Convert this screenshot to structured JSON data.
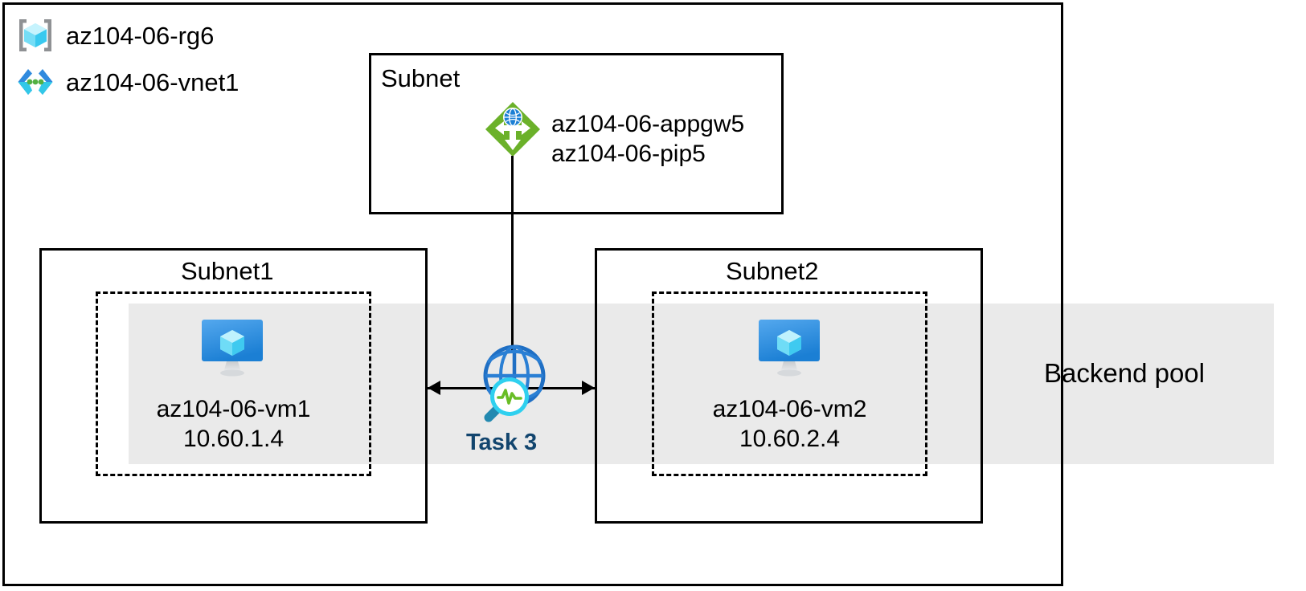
{
  "diagram": {
    "title": "Azure virtual network topology with Application Gateway and backend pool",
    "colors": {
      "border": "#000000",
      "backend_band": "#eaeaea",
      "appgw_green": "#6bb12a",
      "vm_blue": "#2f8ade",
      "task_label": "#12456e",
      "globe_blue": "#1f6fc4",
      "pulse_green": "#68bd26",
      "magnifier_cyan": "#32c8e8",
      "rg_bracket_gray": "#8f9194",
      "cube_cyan": "#46ddf2"
    }
  },
  "legend": {
    "items": [
      {
        "icon": "resource-group-icon",
        "label": "az104-06-rg6"
      },
      {
        "icon": "virtual-network-icon",
        "label": "az104-06-vnet1"
      }
    ]
  },
  "gateway_subnet": {
    "title": "Subnet",
    "node": {
      "icon": "application-gateway-icon",
      "name": "az104-06-appgw5",
      "public_ip": "az104-06-pip5"
    }
  },
  "subnets": [
    {
      "title": "Subnet1",
      "vm": {
        "icon": "virtual-machine-icon",
        "name": "az104-06-vm1",
        "ip": "10.60.1.4"
      }
    },
    {
      "title": "Subnet2",
      "vm": {
        "icon": "virtual-machine-icon",
        "name": "az104-06-vm2",
        "ip": "10.60.2.4"
      }
    }
  ],
  "backend_pool": {
    "label": "Backend pool"
  },
  "monitor": {
    "icon": "network-watcher-connection-monitor-icon",
    "task_label": "Task 3"
  }
}
